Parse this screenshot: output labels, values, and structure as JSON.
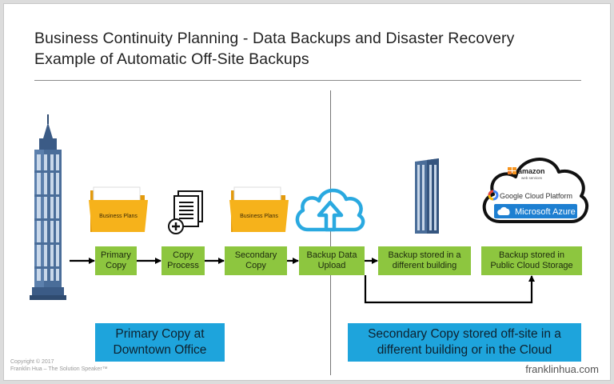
{
  "title": {
    "line1": "Business Continuity Planning - Data Backups and Disaster Recovery",
    "line2": "Example of Automatic Off-Site Backups"
  },
  "folders": {
    "primary_label": "Business Plans",
    "secondary_label": "Business Plans"
  },
  "steps": [
    {
      "label": "Primary\nCopy"
    },
    {
      "label": "Copy\nProcess"
    },
    {
      "label": "Secondary\nCopy"
    },
    {
      "label": "Backup Data\nUpload"
    },
    {
      "label": "Backup stored in a\ndifferent building"
    },
    {
      "label": "Backup stored in\nPublic Cloud Storage"
    }
  ],
  "cloud_providers": {
    "amazon": "amazon",
    "amazon_sub": "web services",
    "google": "Google Cloud Platform",
    "microsoft": "Microsoft Azure"
  },
  "callouts": {
    "left": "Primary Copy at\nDowntown Office",
    "right": "Secondary Copy stored off-site in a\ndifferent building or in the Cloud"
  },
  "footer": {
    "copyright": "Copyright © 2017\nFranklin Hua – The Solution Speaker™",
    "website": "franklinhua.com"
  },
  "colors": {
    "step_box": "#8dc63f",
    "callout_box": "#1ea4dc",
    "folder": "#f6b21b",
    "cloud_outline": "#2aa9e0",
    "building": "#3b5b86"
  },
  "icons": [
    "skyscraper-icon",
    "folder-icon",
    "document-copy-icon",
    "cloud-upload-icon",
    "office-building-icon",
    "cloud-icon"
  ]
}
